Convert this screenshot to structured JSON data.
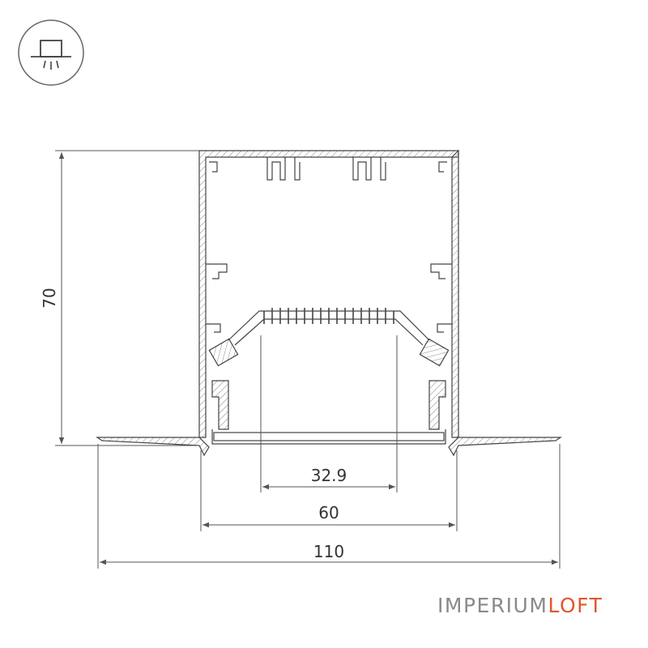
{
  "icon": {
    "name": "recessed-ceiling-light-icon"
  },
  "dimensions": {
    "height": "70",
    "inner_opening": "32.9",
    "body_width": "60",
    "total_width": "110"
  },
  "brand": {
    "part1": "IMPERIUM",
    "part2": "LOFT",
    "color1": "#8a8a8a",
    "color2": "#e0572e"
  },
  "colors": {
    "line": "#444444",
    "dim": "#555555",
    "hatch": "#777777"
  }
}
